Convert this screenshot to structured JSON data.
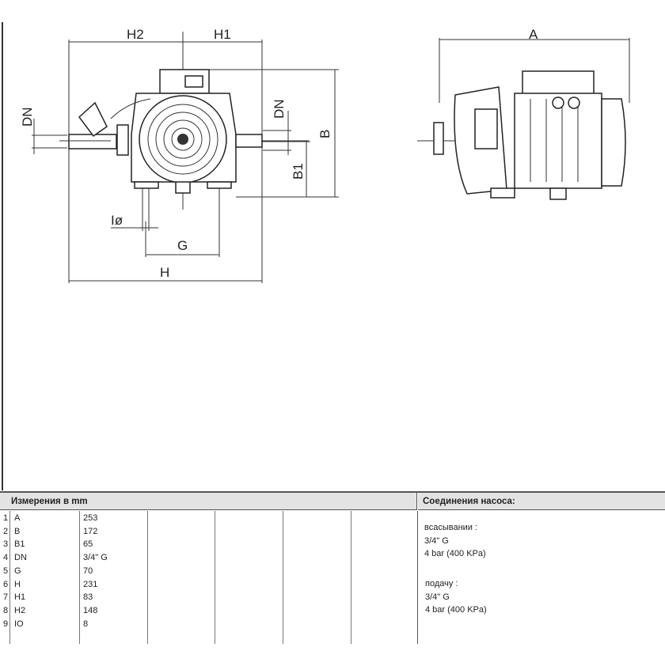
{
  "drawing": {
    "front_view": {
      "labels": {
        "H2": "H2",
        "H1": "H1",
        "DN_left": "DN",
        "DN_right": "DN",
        "B": "B",
        "B1": "B1",
        "I_diam": "Iø",
        "G": "G",
        "H": "H"
      }
    },
    "side_view": {
      "labels": {
        "A": "A"
      }
    }
  },
  "table": {
    "dimensions_header": "Измерения в  mm",
    "connections_header": "Соединения насоса:",
    "rows": [
      {
        "n": "1",
        "name": "A",
        "value": "253"
      },
      {
        "n": "2",
        "name": "B",
        "value": "172"
      },
      {
        "n": "3",
        "name": "B1",
        "value": "65"
      },
      {
        "n": "4",
        "name": "DN",
        "value": "3/4\" G"
      },
      {
        "n": "5",
        "name": "G",
        "value": "70"
      },
      {
        "n": "6",
        "name": "H",
        "value": "231"
      },
      {
        "n": "7",
        "name": "H1",
        "value": "83"
      },
      {
        "n": "8",
        "name": "H2",
        "value": "148"
      },
      {
        "n": "9",
        "name": "IO",
        "value": "8"
      }
    ],
    "connections": {
      "suction_label": "всасывании :",
      "suction_size": "3/4\" G",
      "suction_pressure": "4 bar (400 KPa)",
      "delivery_label": "подачу  :",
      "delivery_size": "3/4\" G",
      "delivery_pressure": "4 bar (400 KPa)"
    }
  }
}
